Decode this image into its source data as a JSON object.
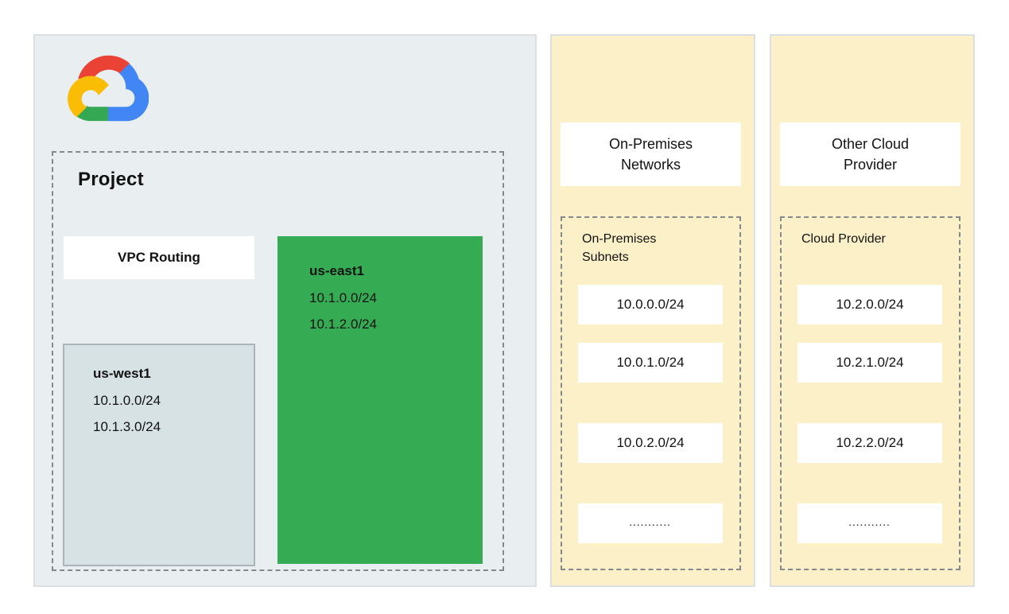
{
  "colors": {
    "gcp_panel_bg": "#E9EEF0",
    "yellow_panel_bg": "#FBF0C7",
    "panel_border": "#DCDFE1",
    "dashed_border": "#85898C",
    "us_east1_bg": "#35AC53",
    "us_west1_bg": "#D7E2E5",
    "us_west1_border": "#A8B6B9",
    "text": "#121212",
    "logo_red": "#EA4335",
    "logo_blue": "#4285F4",
    "logo_green": "#34A853",
    "logo_yellow": "#FBBC05"
  },
  "gcp": {
    "logo_icon": "google-cloud-logo",
    "project_label": "Project",
    "vpc_routing_label": "VPC Routing",
    "regions": [
      {
        "name": "us-east1",
        "subnets": [
          "10.1.0.0/24",
          "10.1.2.0/24"
        ]
      },
      {
        "name": "us-west1",
        "subnets": [
          "10.1.0.0/24",
          "10.1.3.0/24"
        ]
      }
    ]
  },
  "on_premises": {
    "title": "On-Premises\nNetworks",
    "group_label": "On-Premises\nSubnets",
    "subnets": [
      "10.0.0.0/24",
      "10.0.1.0/24",
      "10.0.2.0/24"
    ],
    "ellipsis": "..........."
  },
  "other_cloud": {
    "title": "Other Cloud\nProvider",
    "group_label": "Cloud Provider",
    "subnets": [
      "10.2.0.0/24",
      "10.2.1.0/24",
      "10.2.2.0/24"
    ],
    "ellipsis": "..........."
  }
}
